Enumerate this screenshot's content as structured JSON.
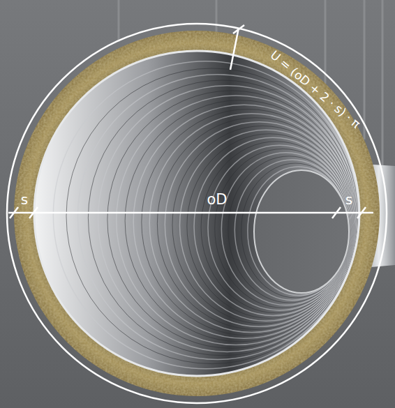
{
  "diagram": {
    "labels": [
      "U = (oD + 2 · s) · π",
      "s",
      "oD",
      "s"
    ]
  }
}
